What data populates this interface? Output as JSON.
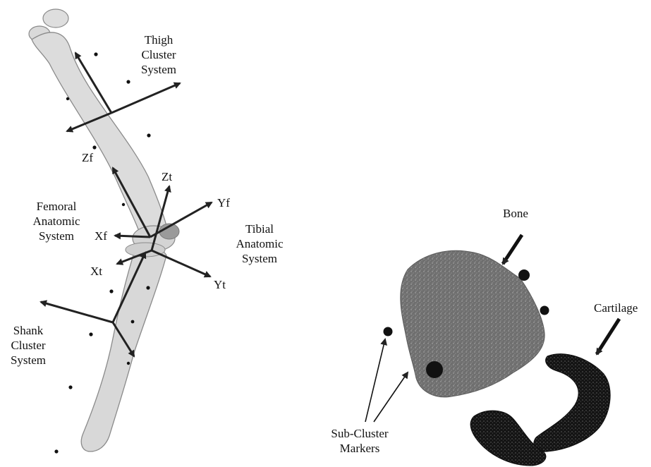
{
  "labels": {
    "thigh_cluster": [
      "Thigh",
      "Cluster",
      "System"
    ],
    "femoral_anatomic": [
      "Femoral",
      "Anatomic",
      "System"
    ],
    "tibial_anatomic": [
      "Tibial",
      "Anatomic",
      "System"
    ],
    "shank_cluster": [
      "Shank",
      "Cluster",
      "System"
    ],
    "bone": "Bone",
    "cartilage": "Cartilage",
    "sub_cluster_markers": [
      "Sub-Cluster",
      "Markers"
    ]
  },
  "axes": {
    "zf": "Zf",
    "zt": "Zt",
    "yf": "Yf",
    "xf": "Xf",
    "xt": "Xt",
    "yt": "Yt"
  },
  "colors": {
    "bone_fill": "#dcdcdc",
    "bone_outline": "#8a8a8a",
    "cross_section": "#6e6e6e",
    "cartilage": "#1a1a1a",
    "arrow": "#222222",
    "marker": "#111111"
  }
}
